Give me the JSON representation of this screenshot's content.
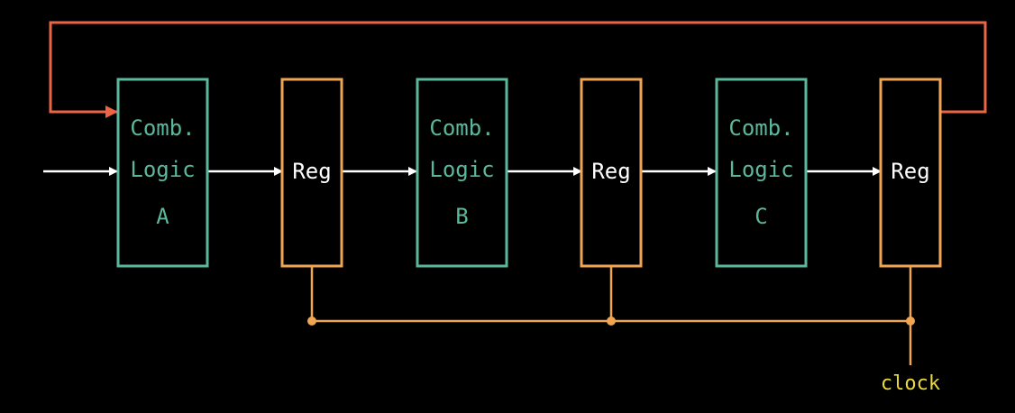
{
  "colors": {
    "background": "#000000",
    "comb": "#5bb89c",
    "register": "#f0a552",
    "feedback": "#ec6446",
    "signal": "#ffffff",
    "clock_label": "#e8d93a"
  },
  "comb_blocks": [
    {
      "line1": "Comb.",
      "line2": "Logic",
      "line3": "A"
    },
    {
      "line1": "Comb.",
      "line2": "Logic",
      "line3": "B"
    },
    {
      "line1": "Comb.",
      "line2": "Logic",
      "line3": "C"
    }
  ],
  "registers": [
    {
      "label": "Reg"
    },
    {
      "label": "Reg"
    },
    {
      "label": "Reg"
    }
  ],
  "clock": {
    "label": "clock"
  }
}
